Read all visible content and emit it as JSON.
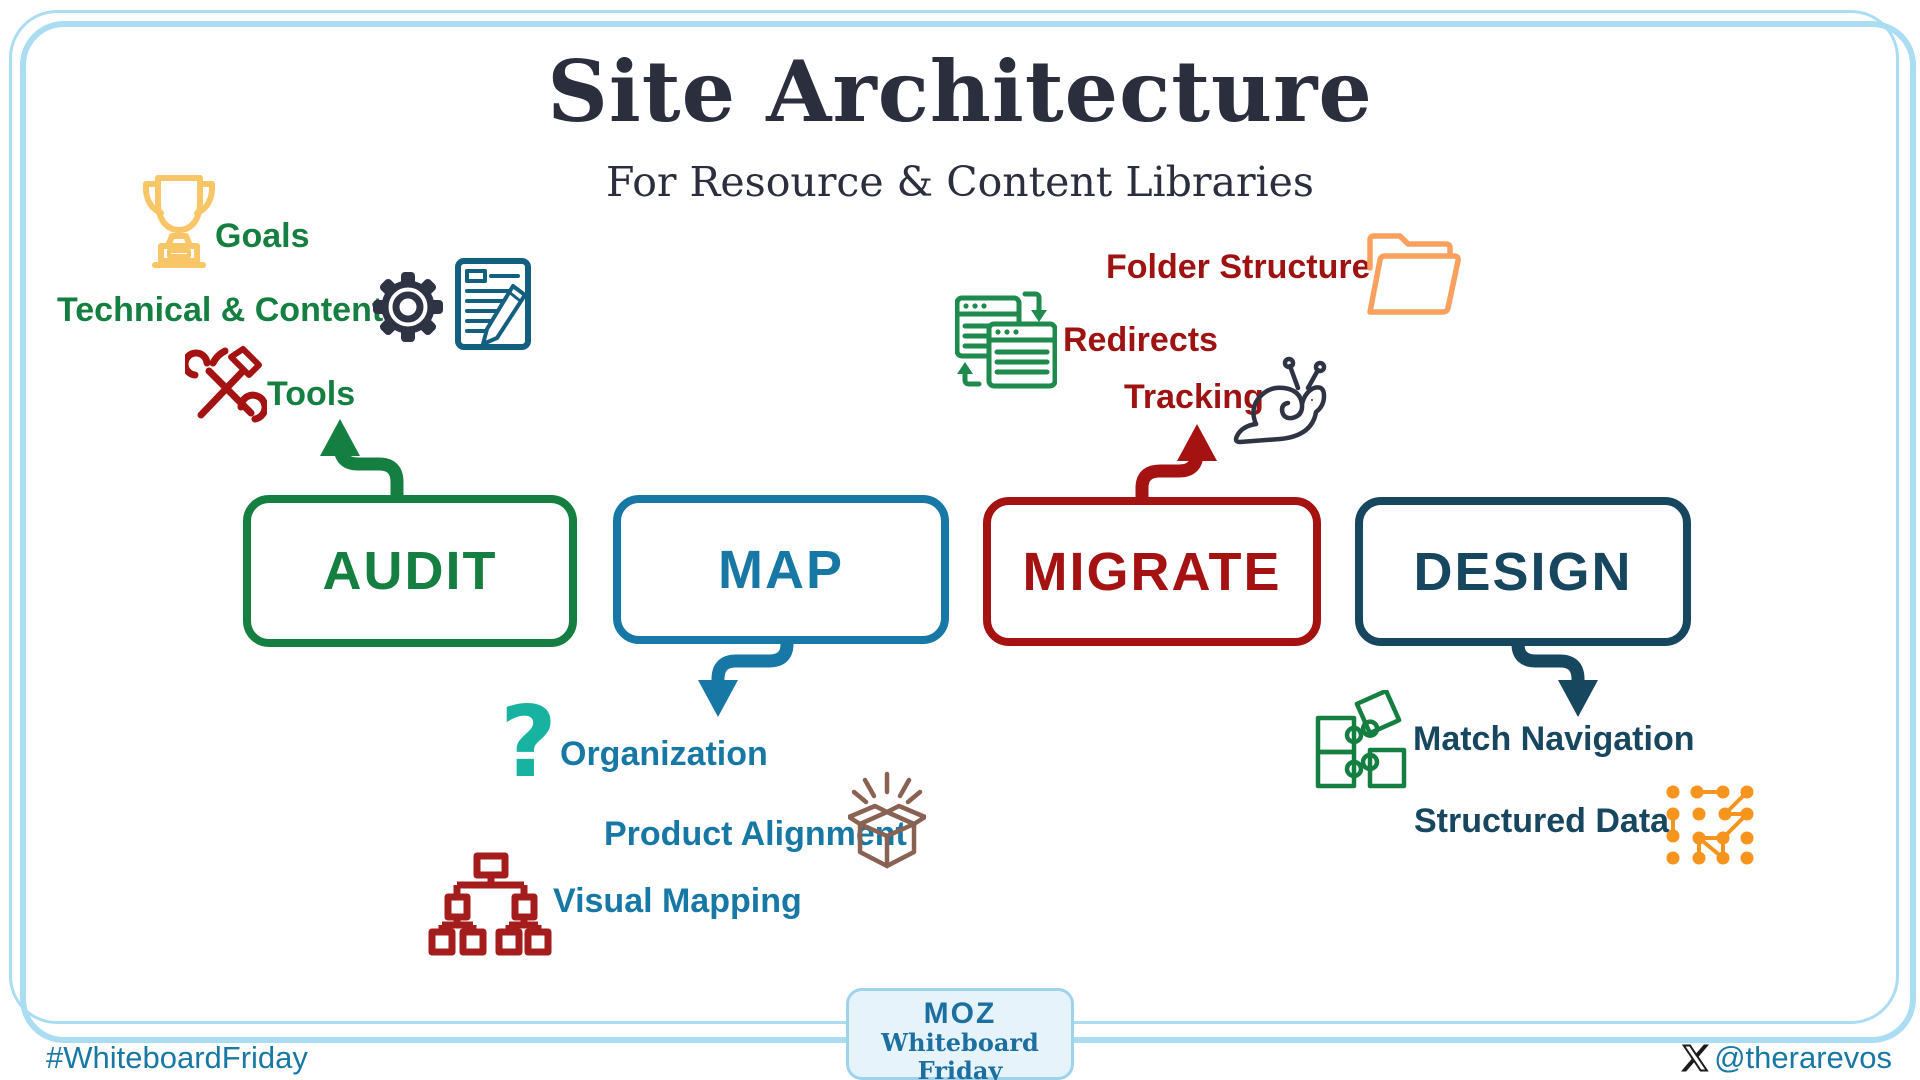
{
  "title": "Site Architecture",
  "subtitle": "For Resource & Content Libraries",
  "stages": {
    "audit": {
      "label": "AUDIT",
      "color": "#157f41",
      "items": [
        {
          "label": "Goals",
          "icon": "trophy-icon",
          "icon_color": "#f8c666"
        },
        {
          "label": "Technical & Content",
          "icons": [
            "gear-icon",
            "notebook-pencil-icon"
          ],
          "icon_colors": [
            "#2e3444",
            "#135f80"
          ]
        },
        {
          "label": "Tools",
          "icon": "hammer-wrench-icon",
          "icon_color": "#a51212"
        }
      ]
    },
    "map": {
      "label": "MAP",
      "color": "#1878a5",
      "items": [
        {
          "label": "Organization",
          "icon": "question-mark-icon",
          "icon_color": "#18b2a0"
        },
        {
          "label": "Product Alignment",
          "icon": "open-box-icon",
          "icon_color": "#8a6253"
        },
        {
          "label": "Visual Mapping",
          "icon": "sitemap-icon",
          "icon_color": "#a51c1c"
        }
      ]
    },
    "migrate": {
      "label": "MIGRATE",
      "color": "#a51212",
      "items": [
        {
          "label": "Folder Structure",
          "icon": "folder-icon",
          "icon_color": "#f9a05f"
        },
        {
          "label": "Redirects",
          "icon": "browser-redirect-icon",
          "icon_color": "#1e8a4d"
        },
        {
          "label": "Tracking",
          "icon": "snail-icon",
          "icon_color": "#2e3444"
        }
      ]
    },
    "design": {
      "label": "DESIGN",
      "color": "#17465f",
      "items": [
        {
          "label": "Match Navigation",
          "icon": "puzzle-icon",
          "icon_color": "#157f41"
        },
        {
          "label": "Structured Data",
          "icon": "network-graph-icon",
          "icon_color": "#f7941e"
        }
      ]
    }
  },
  "icons": {
    "question_glyph": "?"
  },
  "badge": {
    "brand": "MOZ",
    "series": "Whiteboard Friday"
  },
  "footer": {
    "hashtag": "#WhiteboardFriday",
    "handle": "@therarevos"
  },
  "colors": {
    "title_ink": "#2b2e3d",
    "frame_blue": "#aadcf2",
    "footer_blue": "#1878a5",
    "badge_blue": "#1d6fa0",
    "badge_bg": "#e7f3fb"
  }
}
